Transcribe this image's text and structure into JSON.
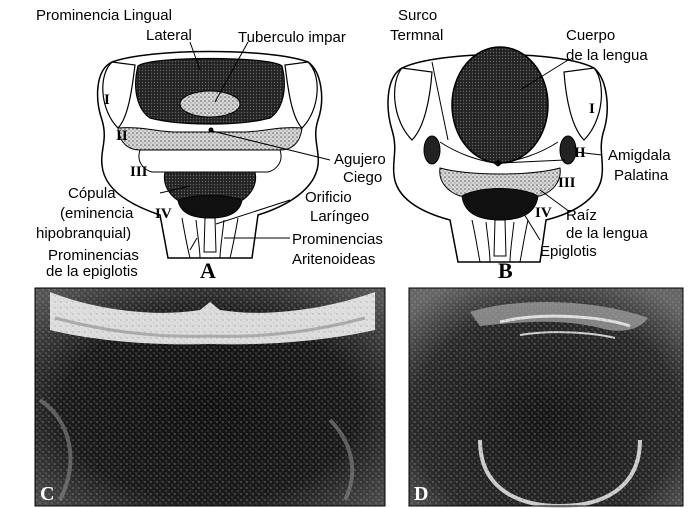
{
  "panel_a": {
    "letter": "A",
    "labels": {
      "prominencia_lingual_lateral_1": "Prominencia Lingual",
      "prominencia_lingual_lateral_2": "Lateral",
      "tuberculo_impar": "Tuberculo impar",
      "agujero_ciego_1": "Agujero",
      "agujero_ciego_2": "Ciego",
      "copula_1": "Cópula",
      "copula_2": "(eminencia",
      "copula_3": "hipobranquial)",
      "orificio_laringeo_1": "Orificio",
      "orificio_laringeo_2": "Laríngeo",
      "prominencias_epiglotis_1": "Prominencias",
      "prominencias_epiglotis_2": "de la epiglotis",
      "prominencias_aritenoideas_1": "Prominencias",
      "prominencias_aritenoideas_2": "Aritenoideas"
    },
    "arches": [
      "I",
      "II",
      "III",
      "IV"
    ]
  },
  "panel_b": {
    "letter": "B",
    "labels": {
      "surco_terminal_1": "Surco",
      "surco_terminal_2": "Termnal",
      "cuerpo_lengua_1": "Cuerpo",
      "cuerpo_lengua_2": "de la lengua",
      "amigdala_palatina_1": "Amigdala",
      "amigdala_palatina_2": "Palatina",
      "raiz_lengua_1": "Raíz",
      "raiz_lengua_2": "de la lengua",
      "epiglotis": "Epiglotis"
    },
    "arches": [
      "I",
      "II",
      "III",
      "IV"
    ]
  },
  "panel_c": {
    "letter": "C"
  },
  "panel_d": {
    "letter": "D"
  }
}
